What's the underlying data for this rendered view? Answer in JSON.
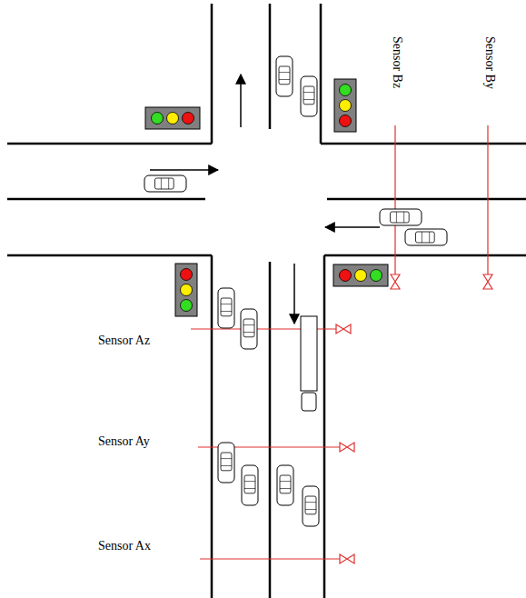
{
  "diagram": {
    "labels": [
      "Sensor Bz",
      "Sensor By",
      "Sensor Az",
      "Sensor Ay",
      "Sensor Ax"
    ]
  }
}
